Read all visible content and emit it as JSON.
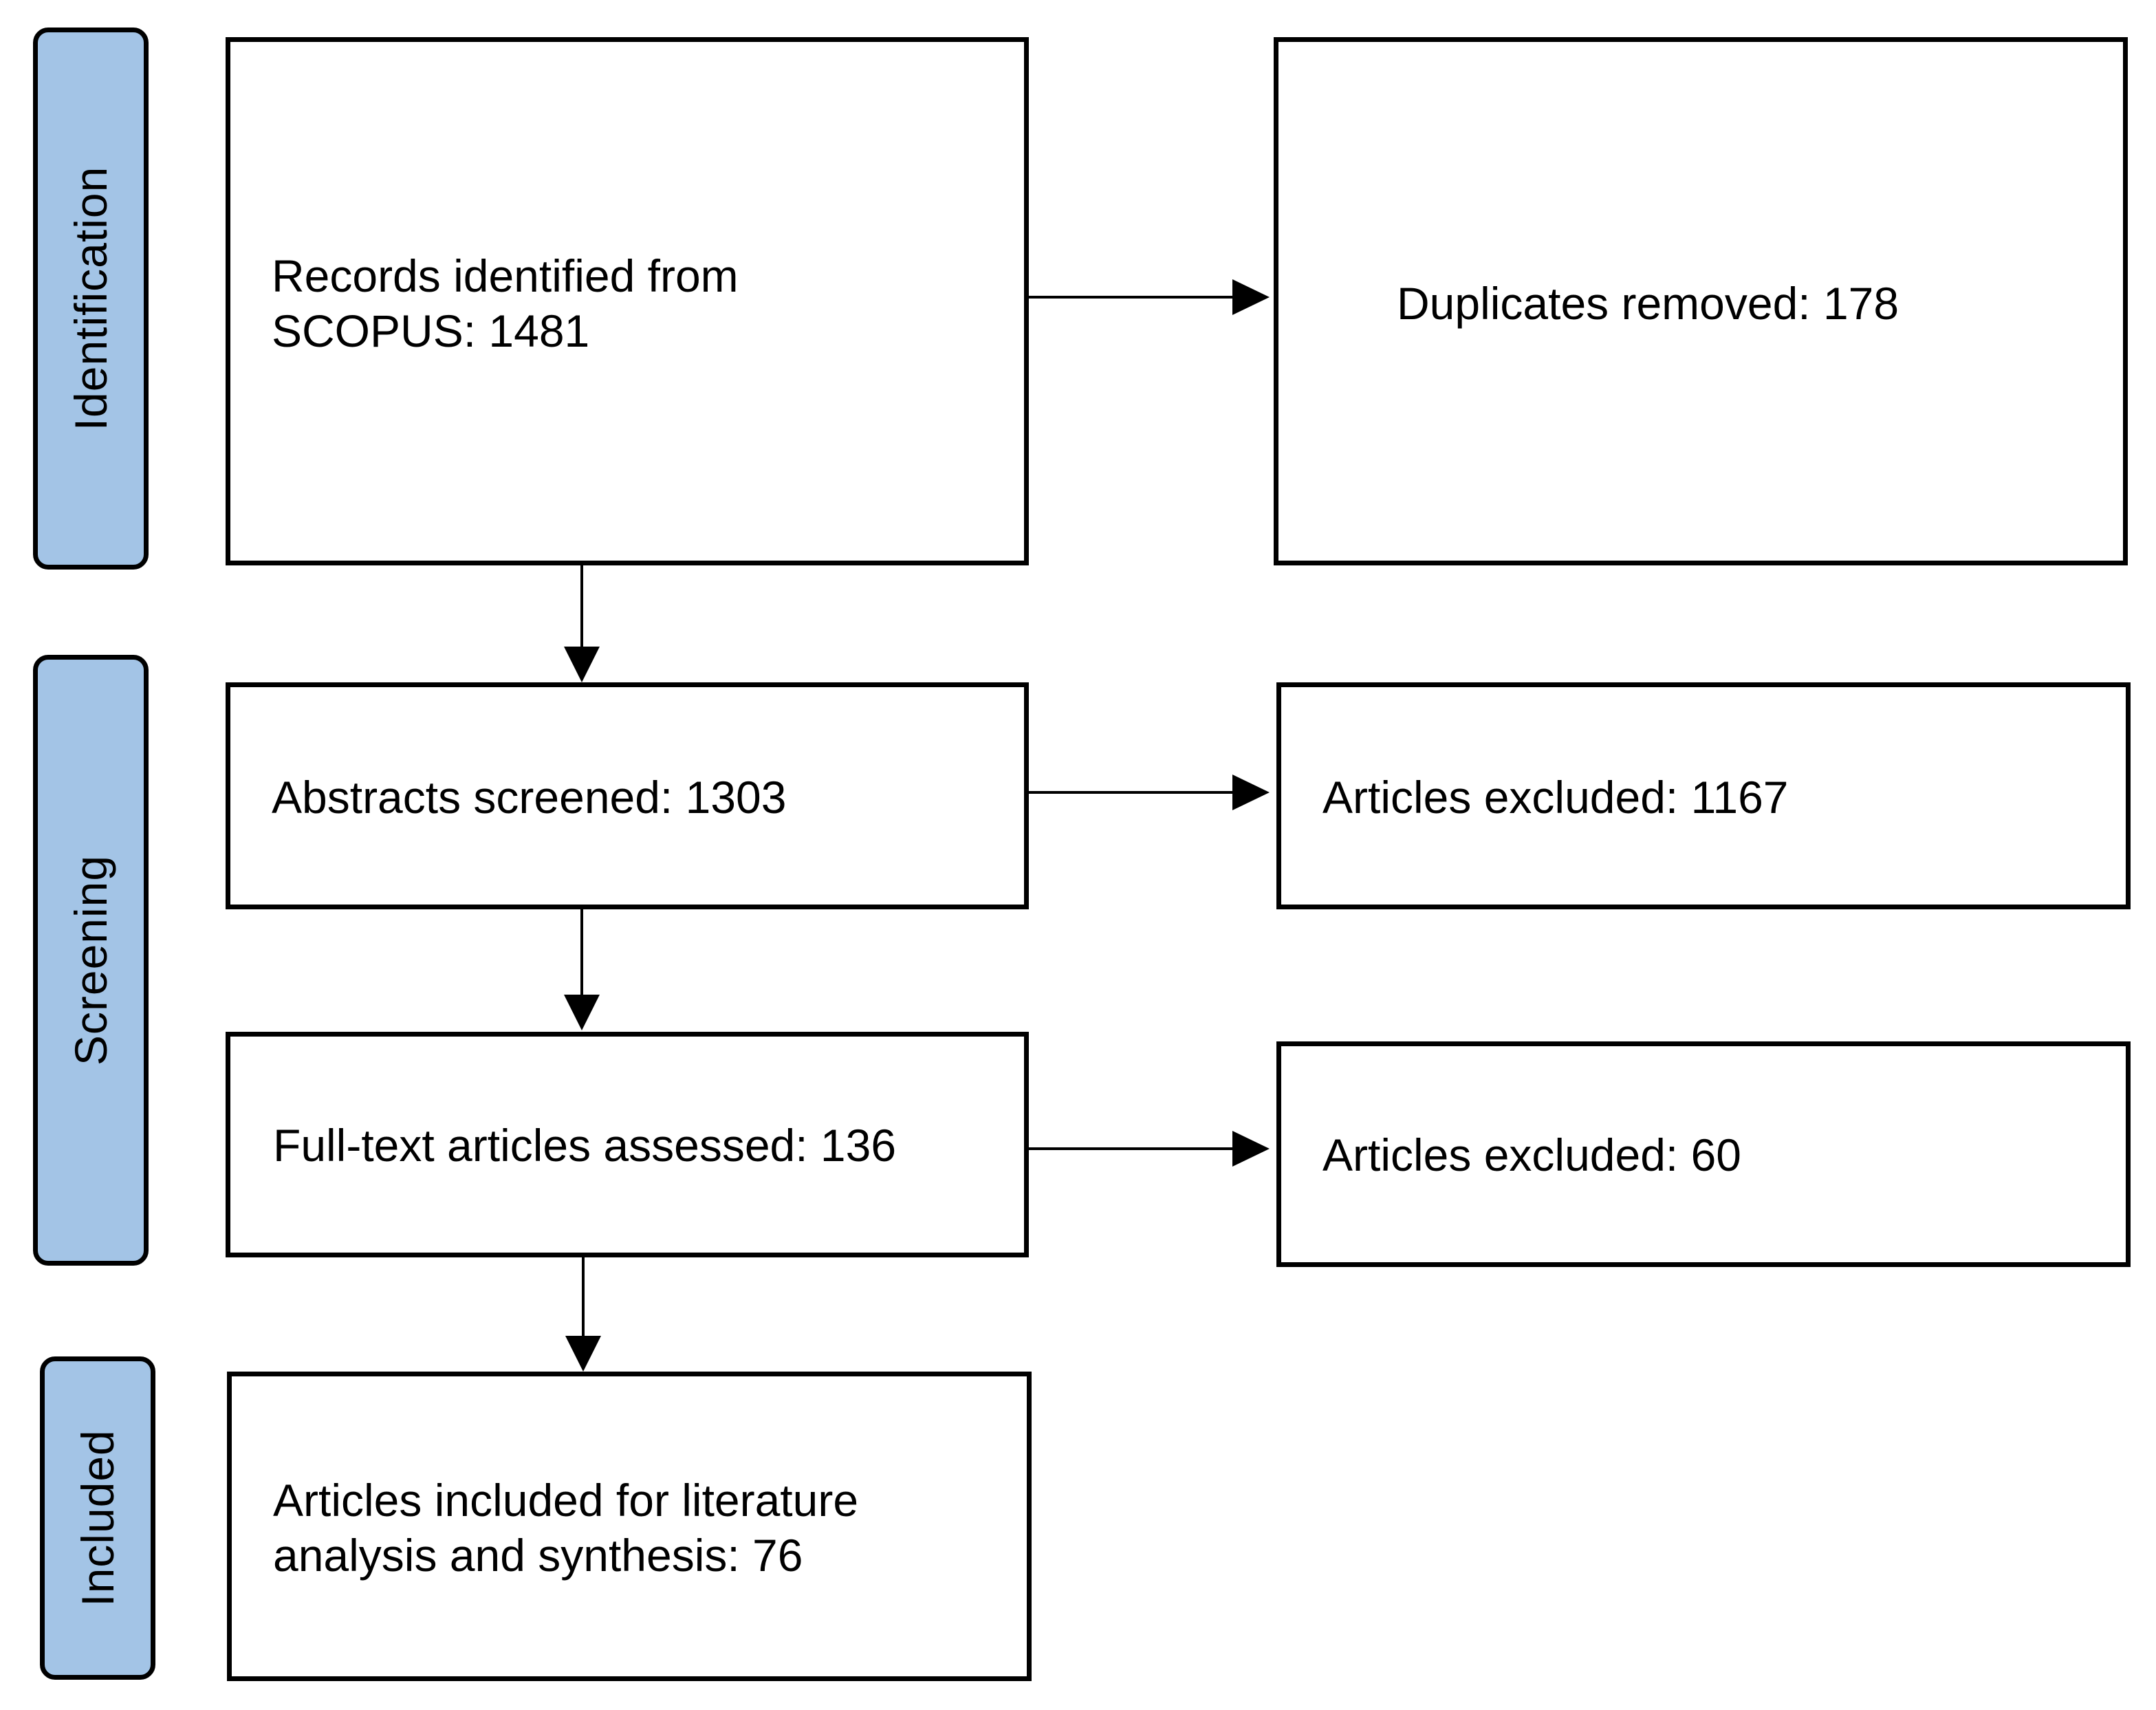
{
  "stages": {
    "identification": "Identification",
    "screening": "Screening",
    "included": "Included"
  },
  "boxes": {
    "records": "Records identified from\nSCOPUS: 1481",
    "duplicates": "Duplicates removed: 178",
    "abstracts": "Abstracts screened: 1303",
    "excluded_abstracts": "Articles excluded: 1167",
    "fulltext": "Full-text articles assessed: 136",
    "excluded_fulltext": "Articles excluded: 60",
    "included": "Articles included for literature\nanalysis and synthesis: 76"
  },
  "colors": {
    "stage_fill": "#a3c4e6",
    "border": "#000000"
  }
}
